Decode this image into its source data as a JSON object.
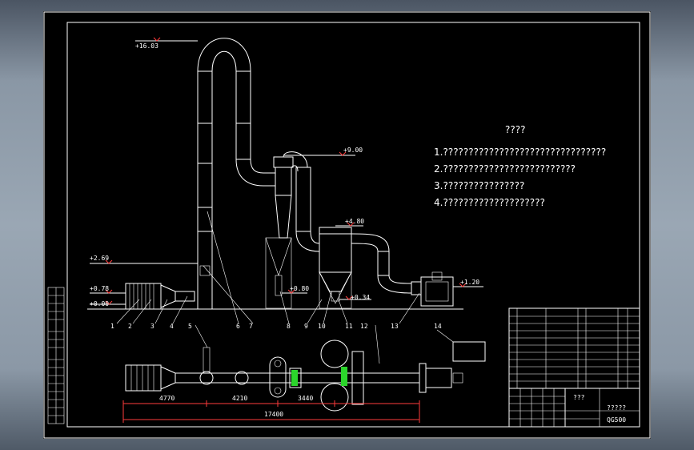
{
  "notes": {
    "title": "????",
    "lines": [
      "1.????????????????????????????????",
      "2.??????????????????????????",
      "3.????????????????",
      "4.????????????????????"
    ]
  },
  "elevations": [
    "+16.03",
    "+9.00",
    "+4.80",
    "+2.69",
    "+1.20",
    "+0.80",
    "+0.78",
    "+0.34",
    "+0.00"
  ],
  "part_numbers": [
    "1",
    "2",
    "3",
    "4",
    "5",
    "6",
    "7",
    "8",
    "9",
    "10",
    "11",
    "12",
    "13",
    "14"
  ],
  "dimensions": [
    "4770",
    "4210",
    "3440",
    "17400"
  ],
  "title_block": {
    "name": "???",
    "drawing_name": "?????",
    "code": "QG500"
  },
  "colors": {
    "line": "#ffffff",
    "dimension": "#ff3b3b",
    "accent": "#2bd52b",
    "background": "#000000"
  }
}
